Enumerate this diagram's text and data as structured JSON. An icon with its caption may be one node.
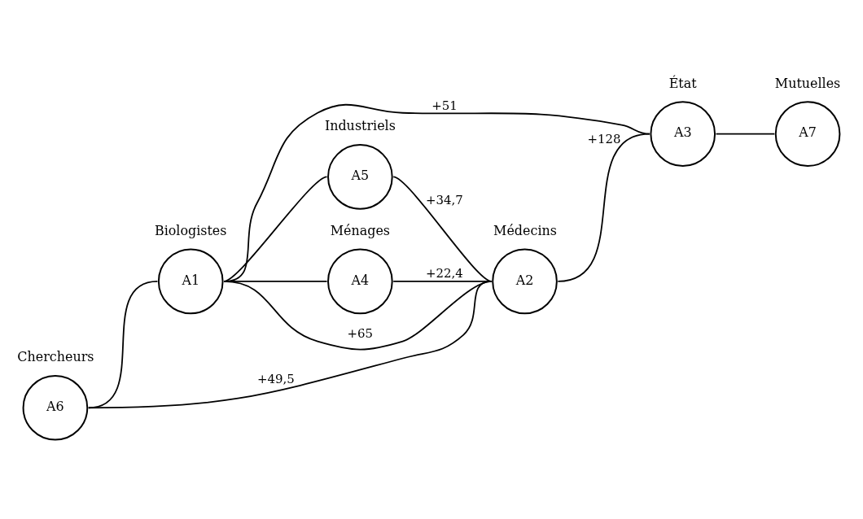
{
  "diagram": {
    "nodes": [
      {
        "text": [
          "A6"
        ],
        "beside": [
          "Chercheurs"
        ]
      },
      {
        "text": [
          "A1"
        ],
        "beside": [
          "Biologistes"
        ]
      },
      {
        "text": [
          "A3"
        ],
        "beside": [
          "État"
        ]
      },
      {
        "text": [
          "A5"
        ],
        "beside": [
          "Industriels"
        ]
      },
      {
        "text": [
          "A4"
        ],
        "beside": [
          "Ménages"
        ]
      },
      {
        "text": [
          "A7"
        ],
        "beside": [
          "Mutuelles"
        ]
      },
      {
        "text": [
          "A2"
        ],
        "beside": [
          "Médecins"
        ]
      }
    ],
    "edges": [
      {
        "from": 0,
        "to": 1,
        "arrow": "none"
      },
      {
        "from": 1,
        "to": 2,
        "arrow": "none",
        "label": "+51"
      },
      {
        "from": 1,
        "to": 3,
        "arrow": "none"
      },
      {
        "from": 1,
        "to": 4,
        "arrow": "none"
      },
      {
        "from": 0,
        "to": 6,
        "arrow": "none",
        "label": "+49,5"
      },
      {
        "from": 1,
        "to": 6,
        "arrow": "none",
        "label": "+65"
      },
      {
        "from": 3,
        "to": 6,
        "arrow": "none",
        "label": "+34,7"
      },
      {
        "from": 4,
        "to": 6,
        "arrow": "none",
        "label": "+22,4"
      },
      {
        "from": 2,
        "to": 5,
        "arrow": "none"
      },
      {
        "from": 6,
        "to": 2,
        "arrow": "none",
        "label": "+128"
      }
    ]
  }
}
